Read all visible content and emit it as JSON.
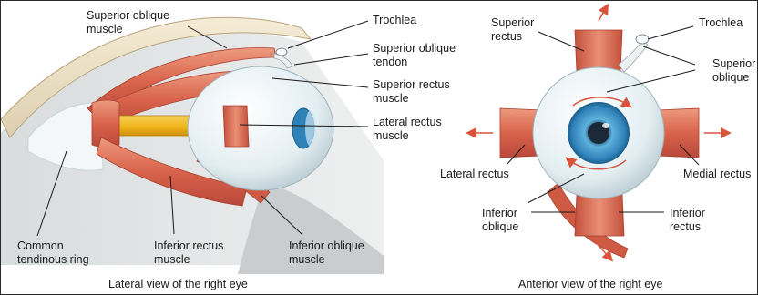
{
  "lateral_view": {
    "caption": "Lateral view of the right eye",
    "labels": {
      "superior_oblique_muscle": "Superior oblique\nmuscle",
      "trochlea": "Trochlea",
      "superior_oblique_tendon": "Superior oblique\ntendon",
      "superior_rectus_muscle": "Superior rectus\nmuscle",
      "lateral_rectus_muscle": "Lateral rectus\nmuscle",
      "common_tendinous_ring": "Common\ntendinous ring",
      "inferior_rectus_muscle": "Inferior rectus\nmuscle",
      "inferior_oblique_muscle": "Inferior oblique\nmuscle"
    }
  },
  "anterior_view": {
    "caption": "Anterior view of the right eye",
    "labels": {
      "superior_rectus": "Superior\nrectus",
      "trochlea": "Trochlea",
      "superior_oblique": "Superior\noblique",
      "lateral_rectus": "Lateral rectus",
      "medial_rectus": "Medial rectus",
      "inferior_oblique": "Inferior\noblique",
      "inferior_rectus": "Inferior\nrectus"
    }
  },
  "colors": {
    "muscle": "#d9634b",
    "muscle_light": "#e98f74",
    "tendon": "#eef1f2",
    "sclera": "#e9f2f5",
    "iris": "#3c8fc4",
    "pupil": "#1a2a38",
    "optic_nerve": "#f0b51c",
    "bone": "#ede2c6",
    "arrow": "#d9533a",
    "leader": "#1a1a1a"
  }
}
